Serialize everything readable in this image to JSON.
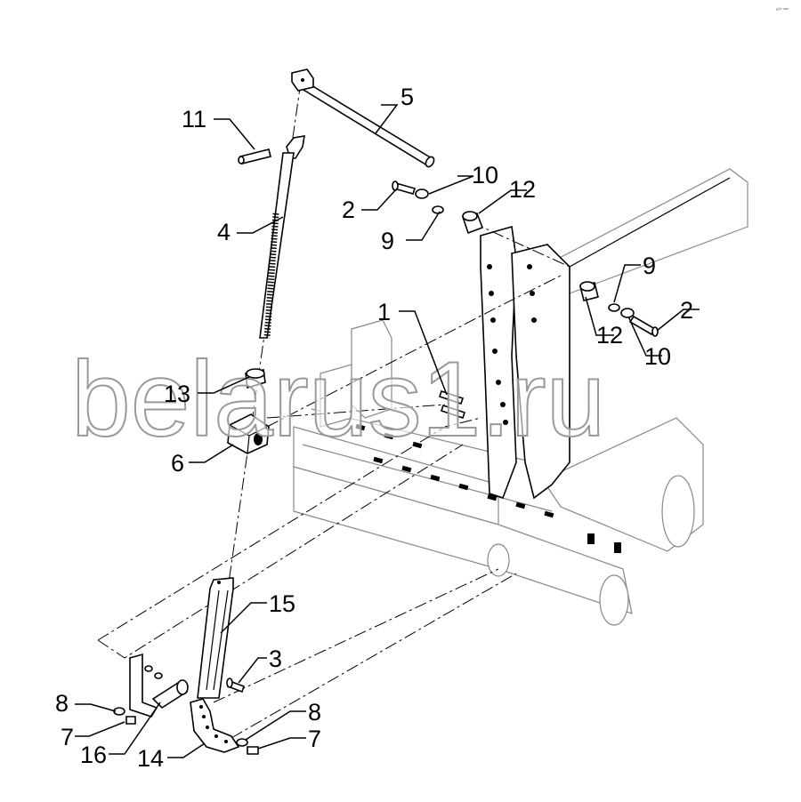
{
  "corner_mark": "s/ᵐ ᵃᵃᵃ",
  "watermark": "belarus1.ru",
  "callouts": [
    {
      "id": "c1",
      "text": "1"
    },
    {
      "id": "c2a",
      "text": "2"
    },
    {
      "id": "c2b",
      "text": "2"
    },
    {
      "id": "c3",
      "text": "3"
    },
    {
      "id": "c4",
      "text": "4"
    },
    {
      "id": "c5",
      "text": "5"
    },
    {
      "id": "c6",
      "text": "6"
    },
    {
      "id": "c7a",
      "text": "7"
    },
    {
      "id": "c7b",
      "text": "7"
    },
    {
      "id": "c8a",
      "text": "8"
    },
    {
      "id": "c8b",
      "text": "8"
    },
    {
      "id": "c9a",
      "text": "9"
    },
    {
      "id": "c9b",
      "text": "9"
    },
    {
      "id": "c10a",
      "text": "10"
    },
    {
      "id": "c10b",
      "text": "10"
    },
    {
      "id": "c11",
      "text": "11"
    },
    {
      "id": "c12a",
      "text": "12"
    },
    {
      "id": "c12b",
      "text": "12"
    },
    {
      "id": "c13",
      "text": "13"
    },
    {
      "id": "c14",
      "text": "14"
    },
    {
      "id": "c15",
      "text": "15"
    },
    {
      "id": "c16",
      "text": "16"
    }
  ]
}
